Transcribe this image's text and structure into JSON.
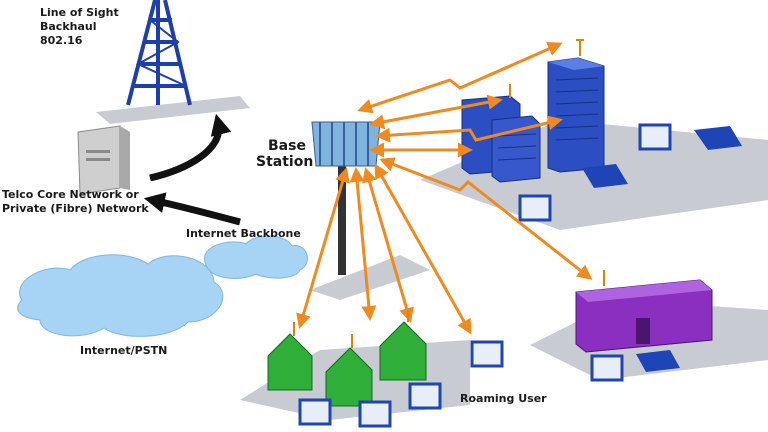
{
  "labels": {
    "los_line1": "Line of Sight",
    "los_line2": "Backhaul",
    "los_line3": "802.16",
    "core_line1": "Telco Core Network or",
    "core_line2": "Private (Fibre) Network",
    "internet_backbone": "Internet Backbone",
    "internet_pstn": "Internet/PSTN",
    "base_line1": "Base",
    "base_line2": "Station",
    "roaming_user": "Roaming User"
  },
  "colors": {
    "tower": "#1f3fa8",
    "building": "#2b4fc2",
    "house": "#2fae3a",
    "purple": "#8a2fc0",
    "cloud": "#a7d3f4",
    "link": "#ee8a1f",
    "shadow": "#c8cbd2",
    "equipment": "#1e44b5"
  },
  "icons": [
    "tower-icon",
    "server-icon",
    "cloud-icon",
    "antenna-icon",
    "building-icon",
    "house-icon",
    "laptop-icon",
    "phone-icon",
    "arrow-icon"
  ]
}
